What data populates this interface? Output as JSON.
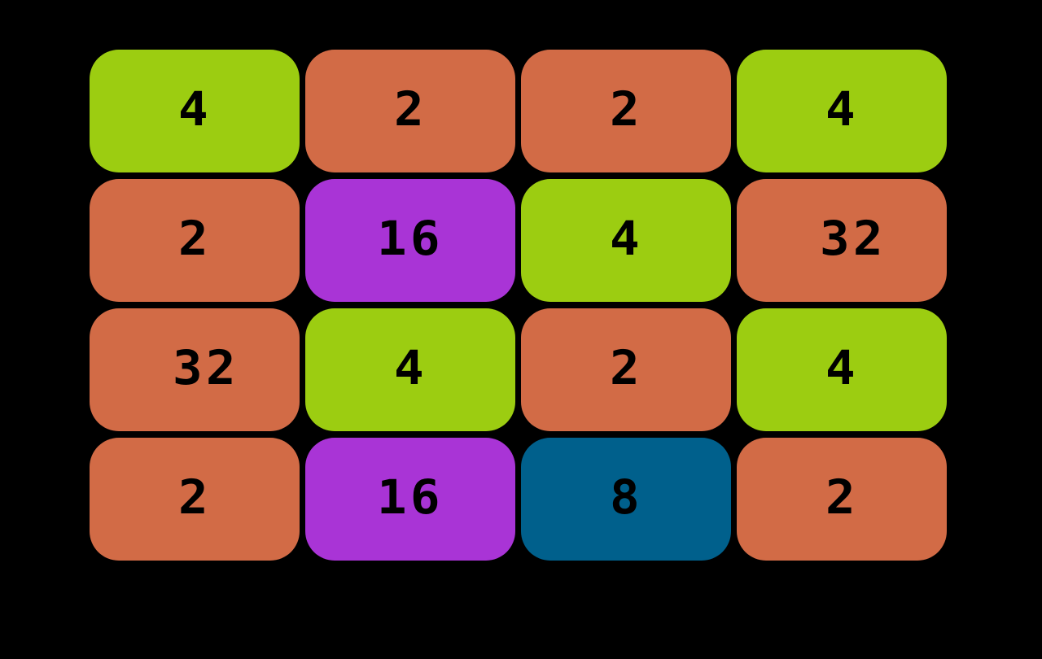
{
  "colors": {
    "background": "#000000",
    "tile_2": "#d26b46",
    "tile_4": "#9ccd11",
    "tile_8": "#00608c",
    "tile_16": "#a934d6",
    "tile_32": "#d26b46",
    "digit": "#000000"
  },
  "board": {
    "rows": [
      [
        "4",
        "2",
        "2",
        "4"
      ],
      [
        "2",
        "16",
        "4",
        "32"
      ],
      [
        "32",
        "4",
        "2",
        "4"
      ],
      [
        "2",
        "16",
        "8",
        "2"
      ]
    ]
  }
}
